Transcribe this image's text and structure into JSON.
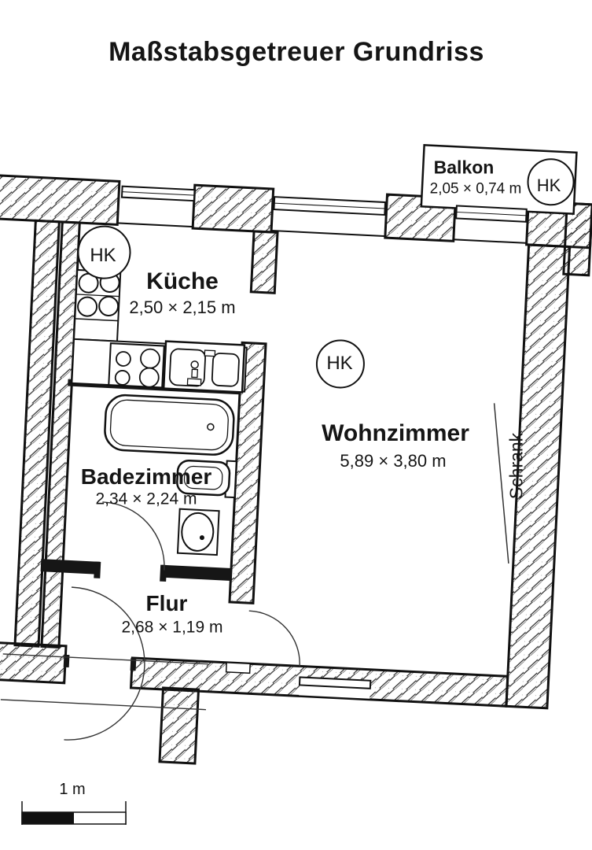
{
  "title": "Maßstabsgetreuer Grundriss",
  "rooms": {
    "kueche": {
      "name": "Küche",
      "dims": "2,50 × 2,15 m"
    },
    "wohnzimmer": {
      "name": "Wohnzimmer",
      "dims": "5,89 × 3,80 m"
    },
    "badezimmer": {
      "name": "Badezimmer",
      "dims": "2,34 × 2,24 m"
    },
    "flur": {
      "name": "Flur",
      "dims": "2,68 × 1,19 m"
    },
    "balkon": {
      "name": "Balkon",
      "dims": "2,05 × 0,74 m"
    }
  },
  "labels": {
    "schrank": "Schrank",
    "heizkoerper": "HK",
    "scale": "1 m"
  },
  "colors": {
    "ink": "#151515",
    "paper": "#ffffff"
  }
}
